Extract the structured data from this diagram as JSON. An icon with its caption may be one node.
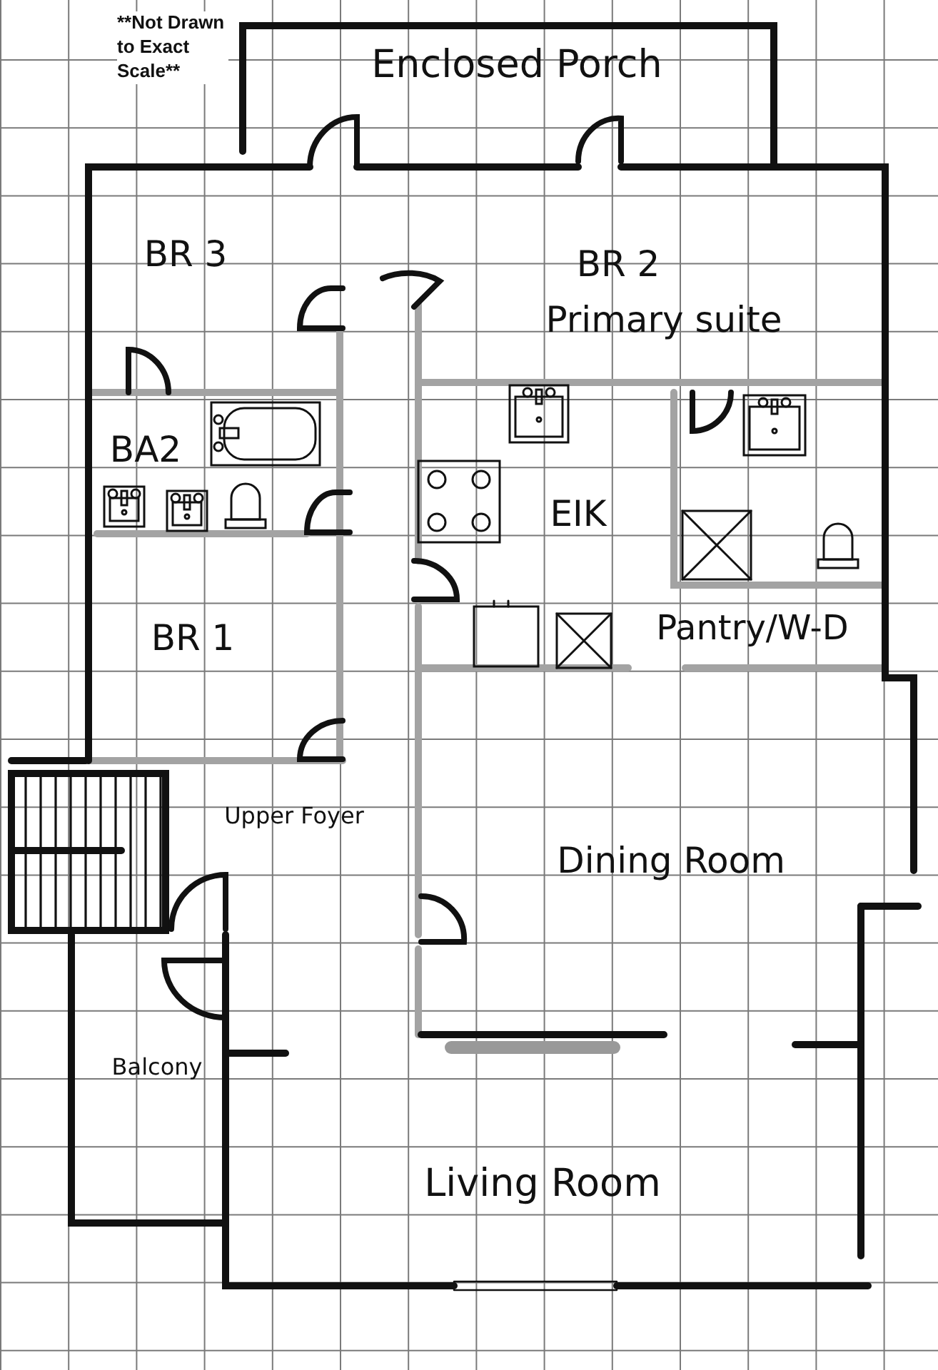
{
  "diagram": {
    "labels": [
      "**Not Drawn to Exact Scale**",
      "Enclosed Porch",
      "BR 3",
      "BR 2",
      "Primary suite",
      "BA2",
      "EIK",
      "BR 1",
      "Pantry/W-D",
      "Upper Foyer",
      "Dining Room",
      "Balcony",
      "Living Room"
    ]
  }
}
